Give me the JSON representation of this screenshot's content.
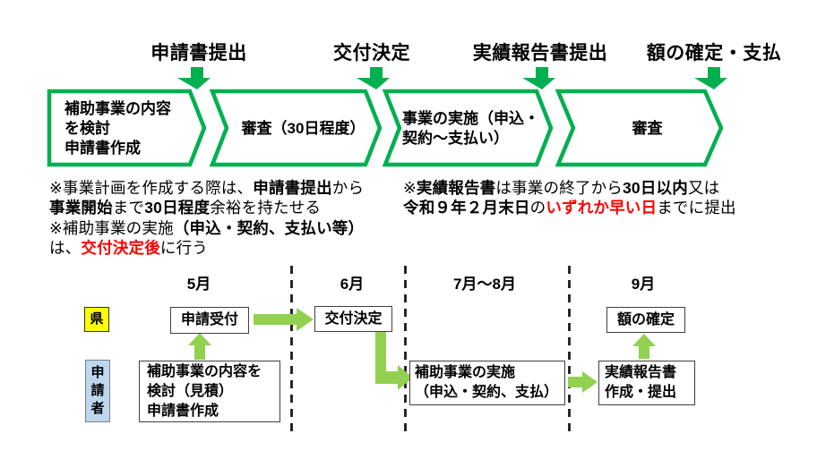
{
  "colors": {
    "flow_green": "#00B050",
    "light_green": "#92D050",
    "note_red": "#FF0000",
    "pref_yellow": "#FFFF00",
    "applicant_blue": "#BDD7EE"
  },
  "top_flow": {
    "milestones": [
      {
        "label": "申請書提出"
      },
      {
        "label": "交付決定"
      },
      {
        "label": "実績報告書提出"
      },
      {
        "label": "額の確定・支払"
      }
    ],
    "stages": [
      {
        "lines": [
          "補助事業の内容",
          "を検討",
          "申請書作成"
        ]
      },
      {
        "lines": [
          "審査（30日程度）"
        ]
      },
      {
        "lines": [
          "事業の実施（申込・",
          "契約～支払い）"
        ]
      },
      {
        "lines": [
          "審査"
        ]
      }
    ]
  },
  "notes": {
    "left": [
      [
        {
          "t": "※事業計画を作成する際は、"
        },
        {
          "t": "申請書提出",
          "b": 1
        },
        {
          "t": "から"
        }
      ],
      [
        {
          "t": "事業開始",
          "b": 1
        },
        {
          "t": "まで"
        },
        {
          "t": "30日程度",
          "b": 1
        },
        {
          "t": "余裕を持たせる"
        }
      ],
      [
        {
          "t": "※補助事業の実施"
        },
        {
          "t": "（申込・契約、支払い等）",
          "b": 1
        }
      ],
      [
        {
          "t": "は、"
        },
        {
          "t": "交付決定後",
          "b": 1,
          "r": 1
        },
        {
          "t": "に行う"
        }
      ]
    ],
    "right": [
      [
        {
          "t": "※"
        },
        {
          "t": "実績報告書",
          "b": 1
        },
        {
          "t": "は事業の終了から"
        },
        {
          "t": "30日以内",
          "b": 1
        },
        {
          "t": "又は"
        }
      ],
      [
        {
          "t": "令和９年２月末日",
          "b": 1
        },
        {
          "t": "の"
        },
        {
          "t": "いずれか早い日",
          "b": 1,
          "r": 1
        },
        {
          "t": "までに提出"
        }
      ]
    ]
  },
  "timeline": {
    "months": [
      "5月",
      "6月",
      "7月～8月",
      "9月"
    ],
    "actors": {
      "prefecture": {
        "label": "県"
      },
      "applicant": {
        "chars": [
          "申",
          "請",
          "者"
        ]
      }
    },
    "boxes": {
      "uketsuke": {
        "lines": [
          "申請受付"
        ]
      },
      "kofu": {
        "lines": [
          "交付決定"
        ]
      },
      "gaku": {
        "lines": [
          "額の確定"
        ]
      },
      "kento": {
        "lines": [
          "補助事業の内容を",
          "検討（見積）",
          "申請書作成"
        ]
      },
      "jisshi": {
        "lines": [
          "補助事業の実施",
          "（申込・契約、支払）"
        ]
      },
      "hokoku": {
        "lines": [
          "実績報告書",
          "作成・提出"
        ]
      }
    }
  }
}
